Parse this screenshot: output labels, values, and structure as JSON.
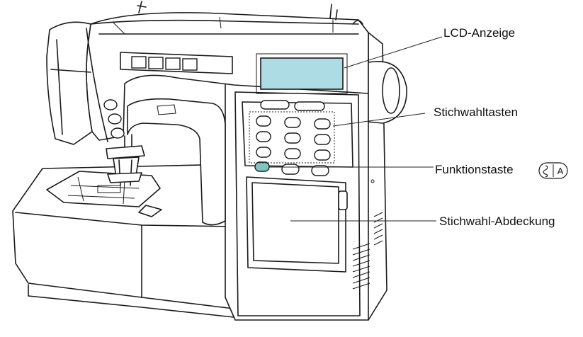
{
  "labels": {
    "lcd": "LCD-Anzeige",
    "stitch_keys": "Stichwahltasten",
    "function_key": "Funktionstaste",
    "function_key_symbol": "A",
    "stitch_cover": "Stichwahl-Abdeckung"
  },
  "colors": {
    "lcd_screen": "#aedce4",
    "function_button": "#7cc7c2",
    "line": "#1a1a1a"
  },
  "icons": {
    "function_key_badge": "stitch-pattern-icon"
  }
}
